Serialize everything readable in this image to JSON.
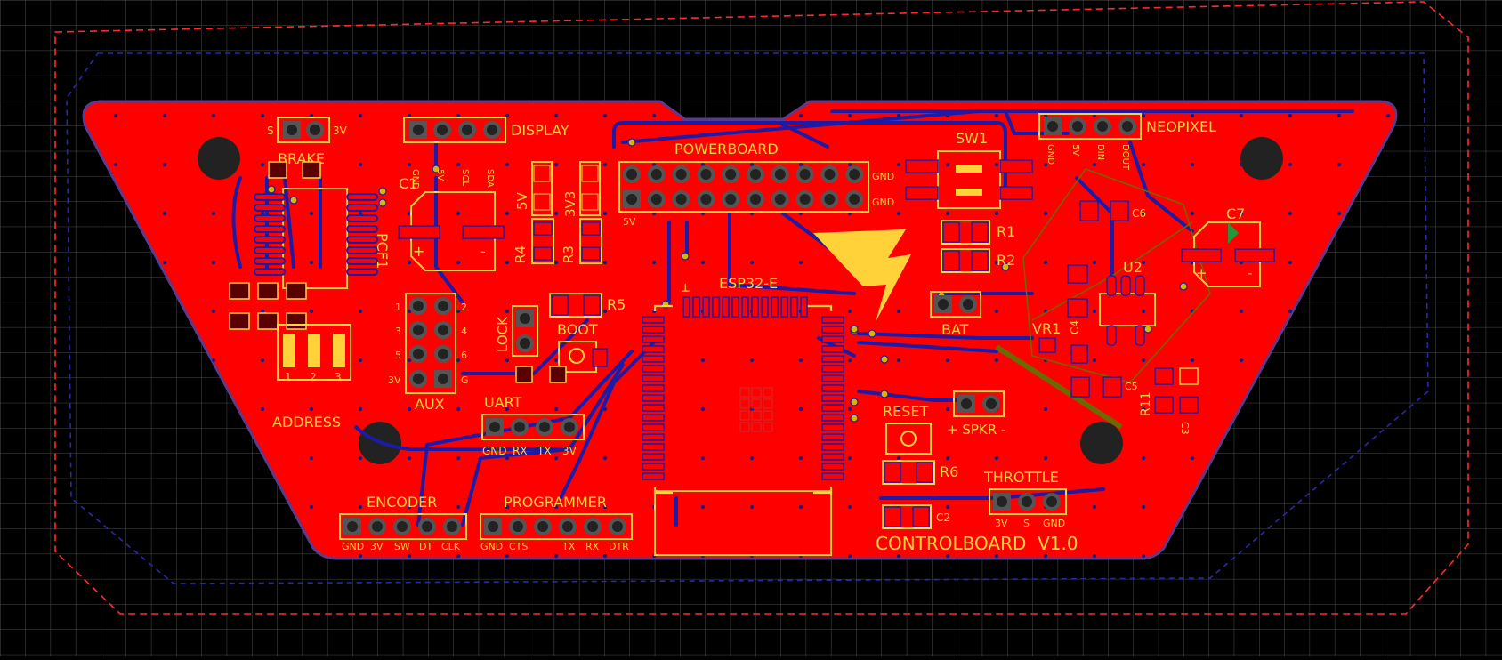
{
  "board": {
    "title": "CONTROLBOARD  V1.0",
    "colors": {
      "background": "#000000",
      "grid": "#4a4a4a",
      "copper": "#ff0000",
      "silk": "#ffd23a",
      "traces": "#1b1ba8",
      "outline": "#ff2a2a"
    }
  },
  "labels": {
    "brake": "BRAKE",
    "brake_s": "S",
    "brake_3v": "3V",
    "display": "DISPLAY",
    "display_gnd": "GND",
    "display_5v": "5V",
    "display_scl": "SCL",
    "display_sda": "SDA",
    "powerboard": "POWERBOARD",
    "pb_gnd_top": "GND",
    "pb_gnd_bottom": "GND",
    "pb_5v": "5V",
    "sw1": "SW1",
    "neopixel": "NEOPIXEL",
    "np_gnd": "GND",
    "np_5v": "5V",
    "np_din": "DIN",
    "np_dout": "DOUT",
    "c1": "C1",
    "pcf1": "PCF1",
    "r4": "R4",
    "r3": "R3",
    "label_5v": "5V",
    "label_3v3": "3V3",
    "r1": "R1",
    "r2": "R2",
    "c6": "C6",
    "c7": "C7",
    "u2": "U2",
    "esp32": "ESP32-E",
    "r5": "R5",
    "lock": "LOCK",
    "boot": "BOOT",
    "bat": "BAT",
    "vr1": "VR1",
    "c4": "C4",
    "c5": "C5",
    "r11": "R11",
    "c3": "C3",
    "aux": "AUX",
    "aux_pins": [
      "1",
      "2",
      "3",
      "4",
      "5",
      "6",
      "3V",
      "G"
    ],
    "address": "ADDRESS",
    "address_pins": [
      "1",
      "2",
      "3"
    ],
    "uart": "UART",
    "uart_pins": [
      "GND",
      "RX",
      "TX",
      "3V"
    ],
    "reset": "RESET",
    "spkr": "+ SPKR -",
    "r6": "R6",
    "throttle": "THROTTLE",
    "throttle_pins": [
      "3V",
      "S",
      "GND"
    ],
    "c2": "C2",
    "encoder": "ENCODER",
    "encoder_pins": [
      "GND",
      "3V",
      "SW",
      "DT",
      "CLK"
    ],
    "programmer": "PROGRAMMER",
    "programmer_pins": [
      "GND",
      "CTS",
      "TX",
      "RX",
      "DTR"
    ]
  }
}
